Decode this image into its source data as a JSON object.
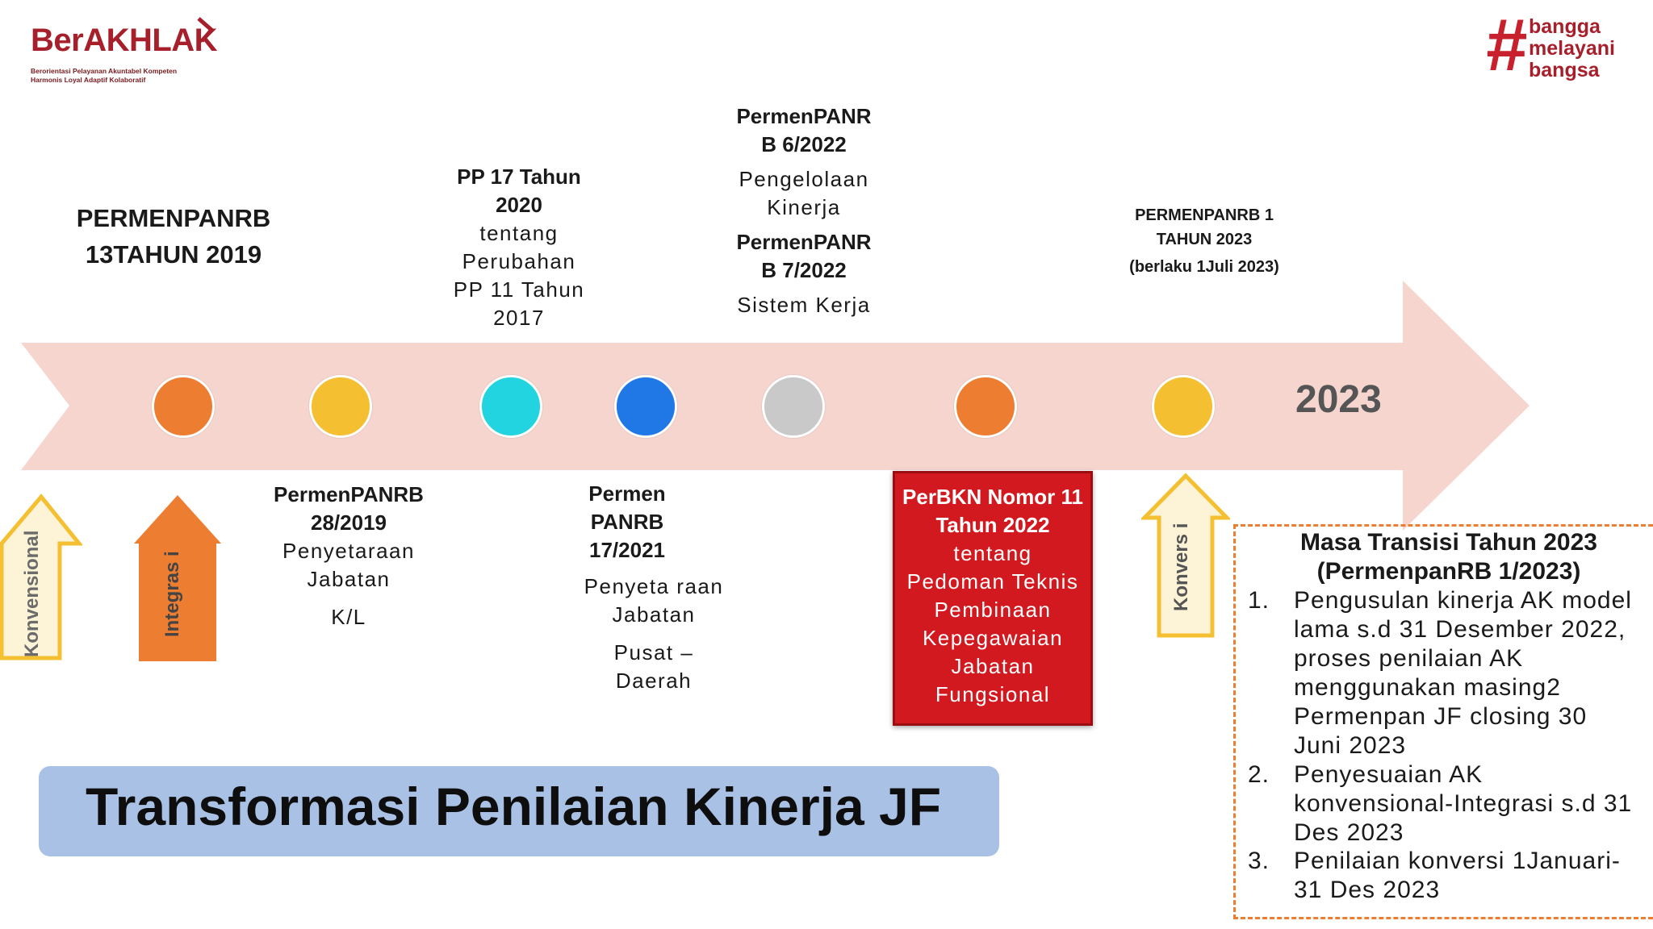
{
  "logo_left": {
    "word": "BerAKHLAK",
    "tagline_1": "Berorientasi Pelayanan Akuntabel Kompeten",
    "tagline_2": "Harmonis Loyal Adaptif Kolaboratif",
    "color": "#a61f2a"
  },
  "logo_right": {
    "symbol": "#",
    "line_1": "bangga",
    "line_2": "melayani",
    "line_3": "bangsa",
    "color": "#c8202d"
  },
  "milestones_top": [
    {
      "lines": [
        "PERMENPANRB",
        "13TAHUN 2019"
      ]
    },
    {
      "bold_lines": [
        "PP 17 Tahun",
        "2020"
      ],
      "lines": [
        "tentang",
        "Perubahan",
        "PP 11 Tahun",
        "2017"
      ]
    },
    {
      "bold_a": [
        "PermenPANR",
        "B 6/2022"
      ],
      "reg_a": [
        "Pengelolaan",
        "Kinerja"
      ],
      "bold_b": [
        "PermenPANR",
        "B 7/2022"
      ],
      "reg_b": [
        "Sistem Kerja"
      ]
    },
    {
      "lines": [
        "PERMENPANRB 1",
        "TAHUN 2023"
      ],
      "note": "(berlaku 1Juli 2023)"
    }
  ],
  "milestones_bottom": [
    {
      "bold_lines": [
        "PermenPANRB",
        "28/2019"
      ],
      "lines": [
        "Penyetaraan",
        "Jabatan"
      ],
      "extra": "K/L"
    },
    {
      "bold_lines": [
        "Permen",
        "PANRB",
        "17/2021"
      ],
      "lines": [
        "Penyeta raan",
        "Jabatan"
      ],
      "extra_lines": [
        "Pusat –",
        "Daerah"
      ]
    },
    {
      "bold_lines": [
        "PerBKN Nomor 11",
        "Tahun 2022"
      ],
      "lines": [
        "tentang",
        "Pedoman Teknis",
        "Pembinaan",
        "Kepegawaian",
        "Jabatan",
        "Fungsional"
      ]
    }
  ],
  "dots": [
    {
      "color": "#ed7d31"
    },
    {
      "color": "#f4bf30"
    },
    {
      "color": "#22d3e0"
    },
    {
      "color": "#1f78e5"
    },
    {
      "color": "#c9c9c9"
    },
    {
      "color": "#ed7d31"
    },
    {
      "color": "#f4bf30"
    }
  ],
  "year": "2023",
  "vertical_arrows": [
    {
      "label": "Konvensional",
      "fill": "#fdf3d6",
      "stroke": "#f4bf30"
    },
    {
      "label": "Integras i",
      "fill": "#ed7d31",
      "stroke": "#ed7d31"
    },
    {
      "label": "Konvers i",
      "fill": "#fdf3d6",
      "stroke": "#f4bf30"
    }
  ],
  "banner": {
    "title": "Transformasi Penilaian Kinerja JF"
  },
  "transition": {
    "heading_1": "Masa Transisi Tahun 2023",
    "heading_2": "(PermenpanRB 1/2023)",
    "items": [
      {
        "num": "1.",
        "lines": [
          "Pengusulan kinerja AK model",
          "lama s.d 31 Desember 2022,",
          "proses penilaian AK",
          "menggunakan masing2",
          "Permenpan JF closing 30",
          "Juni 2023"
        ]
      },
      {
        "num": "2.",
        "lines": [
          "Penyesuaian AK",
          "konvensional-Integrasi s.d 31",
          "Des 2023"
        ]
      },
      {
        "num": "3.",
        "lines": [
          "Penilaian konversi 1Januari-",
          "31 Des 2023"
        ]
      }
    ]
  },
  "colors": {
    "arrow": "#f6d5cf",
    "red_box": "#d2191f",
    "banner": "#a9c1e4",
    "dashed": "#ed7d31"
  }
}
